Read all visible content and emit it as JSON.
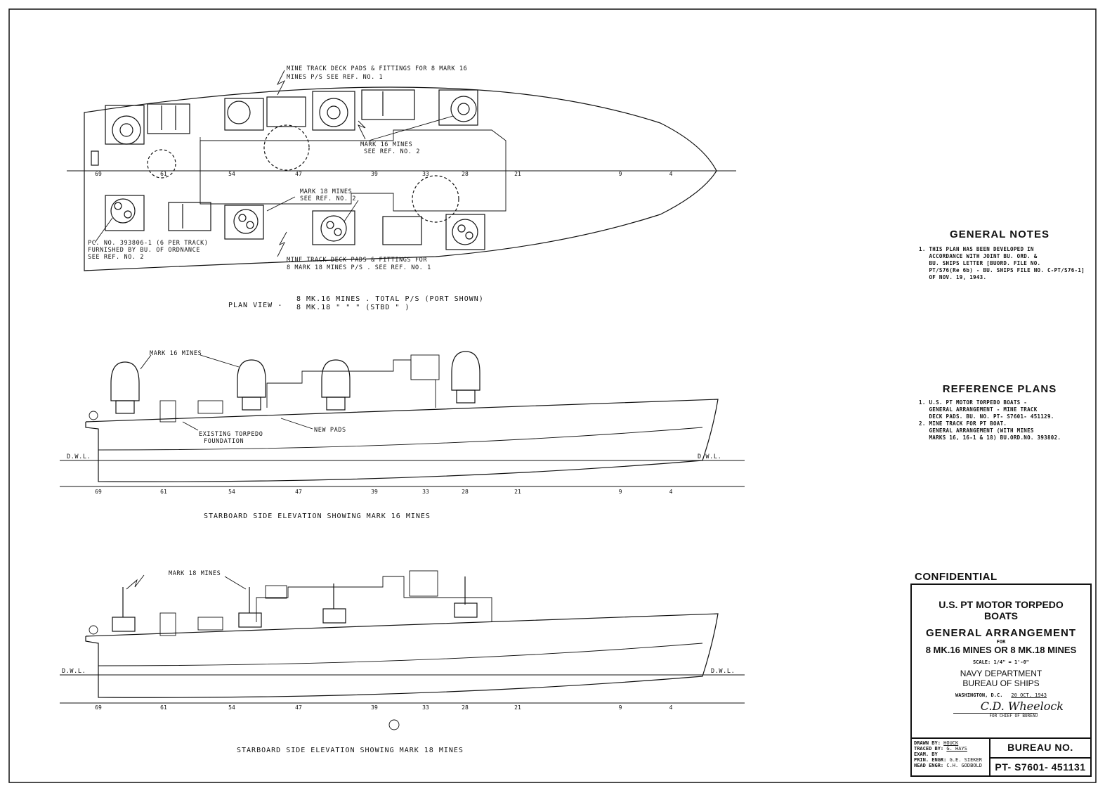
{
  "plan_view": {
    "callout_mk16_pads": [
      "MINE TRACK DECK PADS & FITTINGS FOR 8 MARK 16",
      "MINES P/S  SEE REF. NO. 1"
    ],
    "callout_mk16_mines": [
      "MARK 16 MINES",
      "SEE REF. NO. 2"
    ],
    "callout_mk18_mines": [
      "MARK 18 MINES",
      "SEE REF. NO. 2"
    ],
    "callout_pc": [
      "PC. NO. 393806-1  (6 PER TRACK)",
      "FURNISHED BY BU. OF ORDNANCE",
      "SEE REF. NO. 2"
    ],
    "callout_mk18_pads": [
      "MINE TRACK DECK PADS & FITTINGS FOR",
      "8 MARK 18 MINES  P/S . SEE REF. NO. 1"
    ],
    "caption_prefix": "PLAN VIEW  -",
    "caption_line1": "8 MK.16 MINES . TOTAL P/S (PORT SHOWN)",
    "caption_line2": "8 MK.18    \"      \"     \"   (STBD    \"  )"
  },
  "frames": [
    "69",
    "61",
    "54",
    "47",
    "39",
    "33",
    "28",
    "21",
    "9",
    "4"
  ],
  "elev16": {
    "callout_mines": "MARK 16 MINES",
    "callout_foundation": [
      "EXISTING TORPEDO",
      "FOUNDATION"
    ],
    "callout_pads": "NEW PADS",
    "dwl_left": "D.W.L.",
    "dwl_right": "D.W.L.",
    "caption": "STARBOARD SIDE ELEVATION SHOWING MARK 16 MINES"
  },
  "elev18": {
    "callout_mines": "MARK 18 MINES",
    "dwl_left": "D.W.L.",
    "dwl_right": "D.W.L.",
    "caption": "STARBOARD SIDE ELEVATION SHOWING MARK 18 MINES"
  },
  "general_notes": {
    "title": "GENERAL NOTES",
    "lines": [
      "1. THIS PLAN HAS BEEN DEVELOPED IN",
      "   ACCORDANCE WITH JOINT BU. ORD. &",
      "   BU. SHIPS LETTER [BUORD. FILE NO.",
      "   PT/S76(Re 6b) - BU. SHIPS FILE NO. C-PT/S76-1]",
      "   OF NOV. 19, 1943."
    ]
  },
  "reference_plans": {
    "title": "REFERENCE PLANS",
    "lines": [
      "1. U.S. PT MOTOR TORPEDO BOATS -",
      "   GENERAL ARRANGEMENT - MINE TRACK",
      "   DECK PADS. BU. NO. PT- S7601- 451129.",
      "2. MINE TRACK FOR PT BOAT.",
      "   GENERAL ARRANGEMENT (WITH MINES",
      "   MARKS 16, 16-1 & 18) BU.ORD.NO. 393802."
    ]
  },
  "title_block": {
    "classification": "CONFIDENTIAL",
    "line1": "U.S. PT MOTOR TORPEDO",
    "line2": "BOATS",
    "line3": "GENERAL  ARRANGEMENT",
    "line4": "FOR",
    "line5": "8 MK.16 MINES OR 8 MK.18 MINES",
    "scale": "SCALE: 1/4\" = 1'-0\"",
    "dept1": "NAVY DEPARTMENT",
    "dept2": "BUREAU OF SHIPS",
    "place": "WASHINGTON, D.C.",
    "date": "20 OCT. 1943",
    "signature": "C.D. Wheelock",
    "for_chief": "FOR CHIEF OF BUREAU",
    "drawn_by_label": "DRAWN BY:",
    "drawn_by": "HOUCK",
    "traced_by_label": "TRACED BY:",
    "traced_by": "G. HAYS",
    "exam_by_label": "EXAM. BY",
    "prin_engr_label": "PRIN. ENGR:",
    "prin_engr": "G.E. SIEKER",
    "head_engr_label": "HEAD ENGR:",
    "head_engr": "C.H. GODBOLD",
    "bureau_label": "BUREAU NO.",
    "bureau_no": "PT- S7601- 451131"
  }
}
